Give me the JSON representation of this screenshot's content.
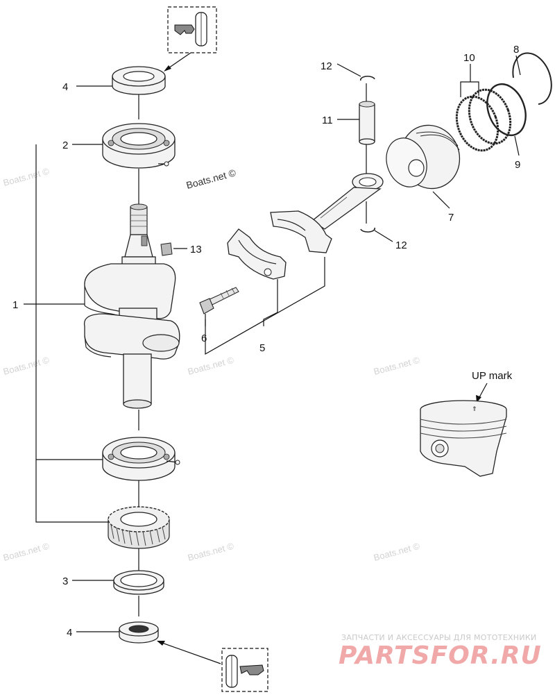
{
  "callouts": {
    "c1": "1",
    "c2": "2",
    "c3": "3",
    "c4_top": "4",
    "c4_bottom": "4",
    "c5": "5",
    "c6": "6",
    "c7": "7",
    "c8": "8",
    "c9": "9",
    "c10": "10",
    "c11": "11",
    "c12_top": "12",
    "c12_bottom": "12",
    "c13": "13"
  },
  "up_mark_label": "UP mark",
  "watermark": "Boats.net ©",
  "footer": {
    "tagline": "ЗАПЧАСТИ И АКСЕССУАРЫ ДЛЯ МОТОТЕХНИКИ",
    "brand": "PARTSFOR.RU"
  },
  "colors": {
    "line": "#111111",
    "part_fill": "#f3f3f3",
    "brand": "#f0a8a8",
    "watermark": "#d2d2d2"
  }
}
